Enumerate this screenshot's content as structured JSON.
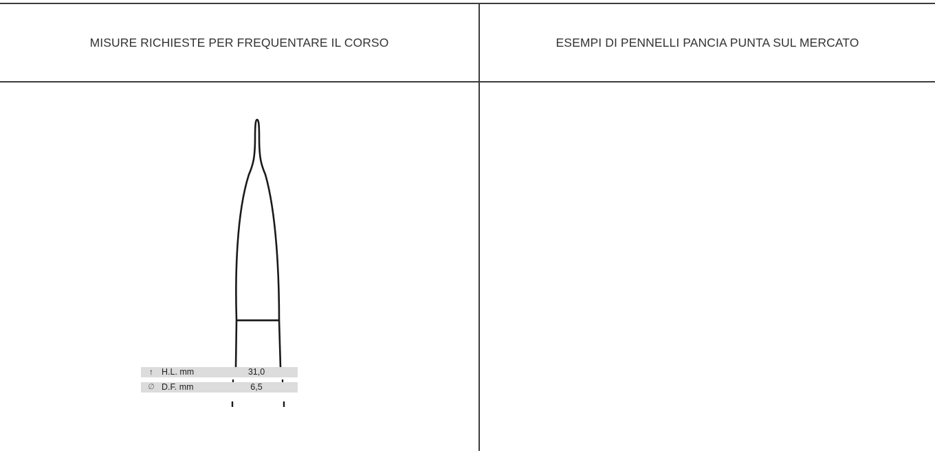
{
  "table": {
    "headers": [
      "MISURE RICHIESTE PER FREQUENTARE IL CORSO",
      "ESEMPI DI PENNELLI PANCIA PUNTA SUL MERCATO"
    ]
  },
  "brush_specs": [
    {
      "symbol": "↑",
      "label": "H.L. mm",
      "value": "31,0"
    },
    {
      "symbol": "∅",
      "label": "D.F. mm",
      "value": "6,5"
    }
  ]
}
